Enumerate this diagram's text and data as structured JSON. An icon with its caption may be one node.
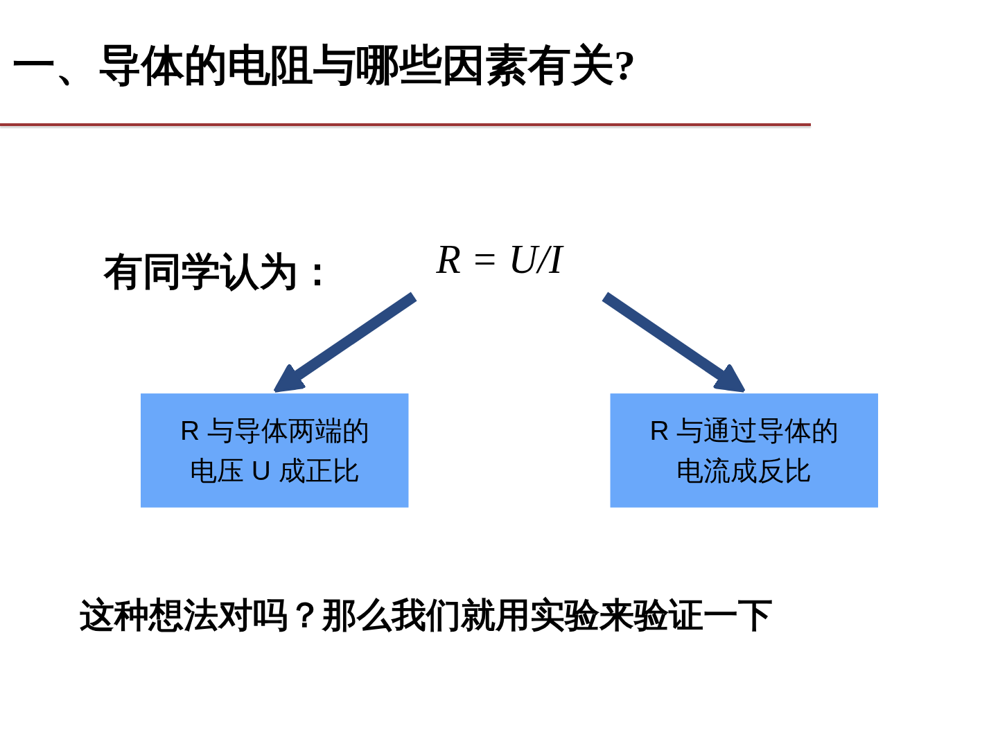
{
  "diagram": {
    "title": "一、导体的电阻与哪些因素有关?",
    "nodes": [
      {
        "text": [
          "R = U/I"
        ]
      },
      {
        "text": [
          "R 与导体两端的电压 U 成正比"
        ]
      },
      {
        "text": [
          "R 与通过导体的电流成反比"
        ]
      }
    ],
    "edges": [
      {
        "from": 0,
        "to": 1,
        "arrow": "to"
      },
      {
        "from": 0,
        "to": 2,
        "arrow": "to"
      }
    ],
    "labels": [
      "有同学认为：",
      "这种想法对吗？那么我们就用实验来验证一下"
    ]
  }
}
